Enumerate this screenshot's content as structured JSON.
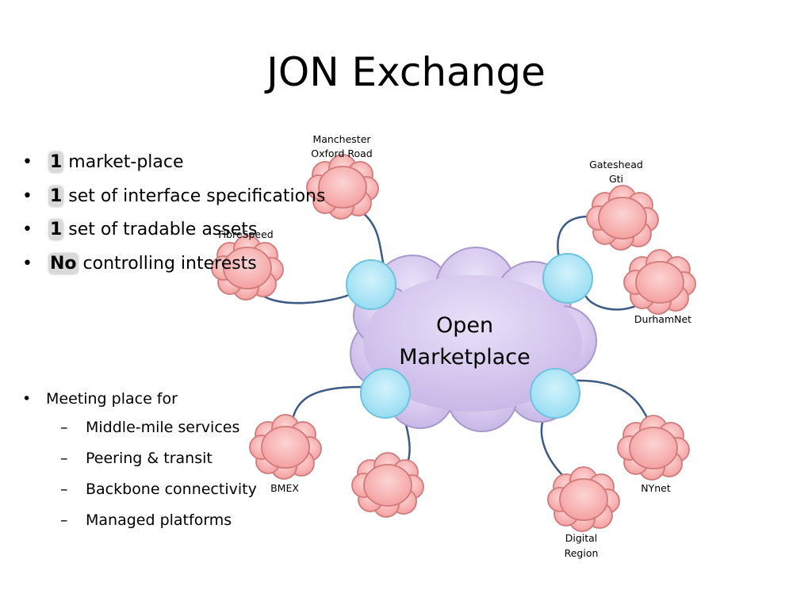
{
  "slide": {
    "title": "JON Exchange"
  },
  "bullets": [
    {
      "highlight": "1",
      "text": " market-place"
    },
    {
      "highlight": "1",
      "text": " set of interface specifications"
    },
    {
      "highlight": "1",
      "text": " set of tradable assets"
    },
    {
      "highlight": "No",
      "text": " controlling interests"
    }
  ],
  "meeting": {
    "heading": "Meeting place for",
    "items": [
      "Middle-mile services",
      "Peering & transit",
      "Backbone connectivity",
      "Managed platforms"
    ]
  },
  "diagram": {
    "center_line1": "Open",
    "center_line2": "Marketplace",
    "labels": {
      "manchester_line1": "Manchester",
      "manchester_line2": "Oxford Road",
      "gateshead_line1": "Gateshead",
      "gateshead_line2": "Gti",
      "fibrespeed": "FibreSpeed",
      "durhamnet": "DurhamNet",
      "bmex": "BMEX",
      "nynet": "NYnet",
      "digital_line1": "Digital",
      "digital_line2": "Region"
    },
    "colors": {
      "center_fill": "#d6c8ee",
      "center_stroke": "#a898cc",
      "cloud_fill": "#f8a9a9",
      "cloud_stroke": "#d07a7a",
      "node_fill": "#a8e4f6",
      "node_stroke": "#6ec3e0",
      "link": "#3b5a86"
    }
  }
}
